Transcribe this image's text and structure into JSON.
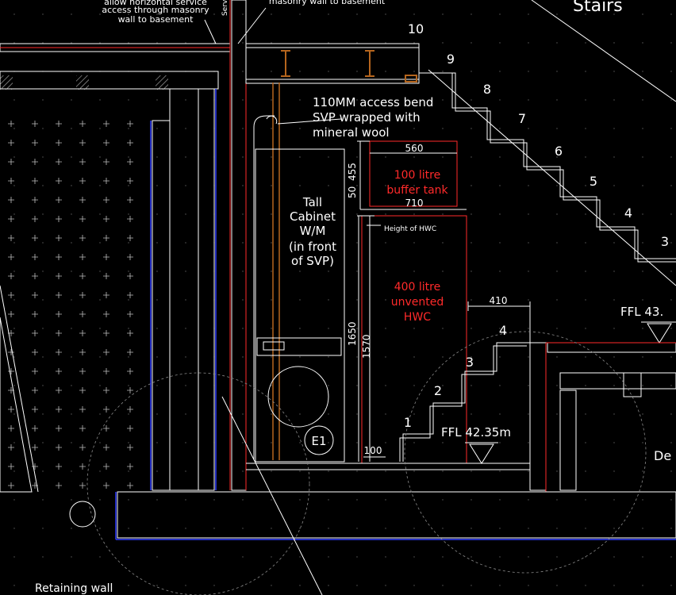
{
  "labels": {
    "top_note_1": "allow horizontal service",
    "top_note_2": "access through masonry",
    "top_note_3": "wall to basement",
    "top_note_right": "masonry wall to basement",
    "serv": "Serv",
    "stairs": "Stairs",
    "svp_note_1": "110MM access bend",
    "svp_note_2": "SVP wrapped with",
    "svp_note_3": "mineral wool",
    "buffer_1": "100 litre",
    "buffer_2": "buffer tank",
    "hwc_height": "Height of HWC",
    "hwc_1": "400 litre",
    "hwc_2": "unvented",
    "hwc_3": "HWC",
    "cab_1": "Tall",
    "cab_2": "Cabinet",
    "cab_3": "W/M",
    "cab_4": "(in front",
    "cab_5": "of SVP)",
    "e1": "E1",
    "ffl_lower": "FFL 42.35m",
    "ffl_upper": "FFL 43.",
    "de": "De",
    "retaining_wall": "Retaining wall"
  },
  "dimensions": {
    "d560": "560",
    "d710": "710",
    "d50": "50",
    "d455": "455",
    "d1650": "1650",
    "d1570": "1570",
    "d100": "100",
    "d410": "410"
  },
  "steps": [
    "10",
    "9",
    "8",
    "7",
    "6",
    "5",
    "4",
    "3",
    "4",
    "3",
    "2",
    "1"
  ],
  "colors": {
    "background": "#000000",
    "line": "#ffffff",
    "red": "#ff2a2a",
    "blue": "#2e3cff",
    "brown": "#b5651d"
  }
}
